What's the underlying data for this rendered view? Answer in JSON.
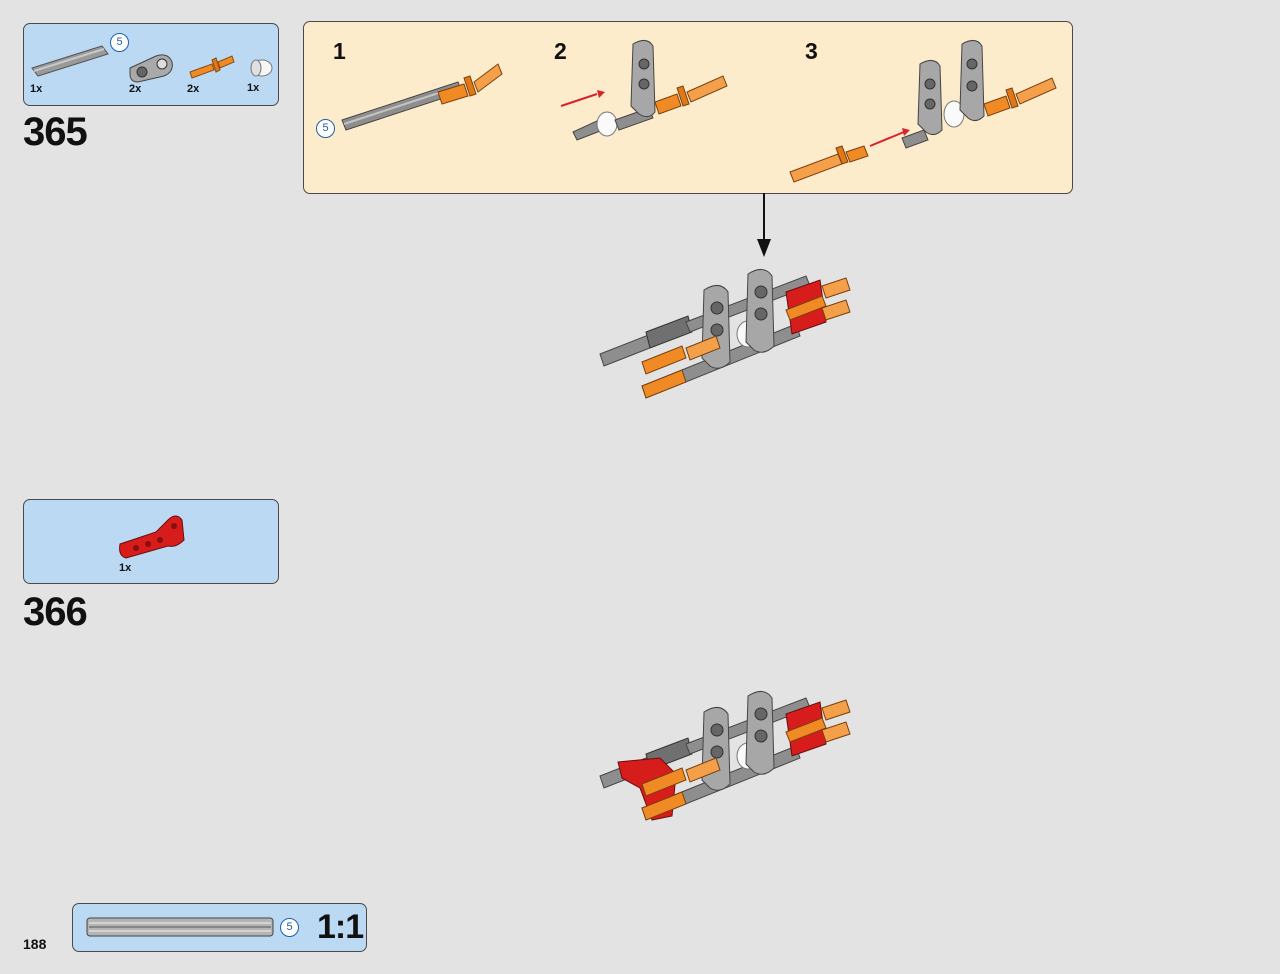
{
  "page_number": "188",
  "steps": [
    {
      "number": "365",
      "parts": [
        {
          "icon": "gray-axle-5-icon",
          "qty": "1x",
          "length_badge": "5"
        },
        {
          "icon": "gray-axle-pin-connector-icon",
          "qty": "2x"
        },
        {
          "icon": "orange-axle-pin-icon",
          "qty": "2x"
        },
        {
          "icon": "white-bush-icon",
          "qty": "1x"
        }
      ]
    },
    {
      "number": "366",
      "parts": [
        {
          "icon": "red-bent-liftarm-icon",
          "qty": "1x"
        }
      ]
    }
  ],
  "callout": {
    "substeps": [
      {
        "number": "1",
        "length_badge": "5"
      },
      {
        "number": "2"
      },
      {
        "number": "3"
      }
    ]
  },
  "scale_ruler": {
    "length_badge": "5",
    "label": "1:1"
  },
  "colors": {
    "background": "#e3e3e3",
    "parts_box": "#bcd9f3",
    "callout_box": "#fdeccb",
    "orange": "#f08a24",
    "gray": "#a8a8a8",
    "red": "#d71c1c",
    "arrow_red": "#d8232a"
  }
}
